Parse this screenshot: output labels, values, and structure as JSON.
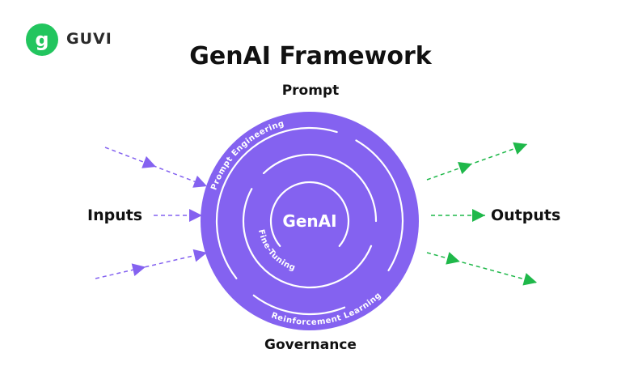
{
  "brand": {
    "name": "GUVI",
    "color": "#22c55e"
  },
  "title": "GenAI Framework",
  "labels": {
    "top": "Prompt",
    "bottom": "Governance",
    "left": "Inputs",
    "right": "Outputs"
  },
  "core": {
    "label": "GenAI",
    "color": "#8462f0"
  },
  "rings": {
    "outer": "Prompt Engineering",
    "bottom": "Reinforcement Learning",
    "inner": "Fine-Tuning"
  },
  "colors": {
    "input_arrows": "#8462f0",
    "output_arrows": "#1fb84a"
  }
}
